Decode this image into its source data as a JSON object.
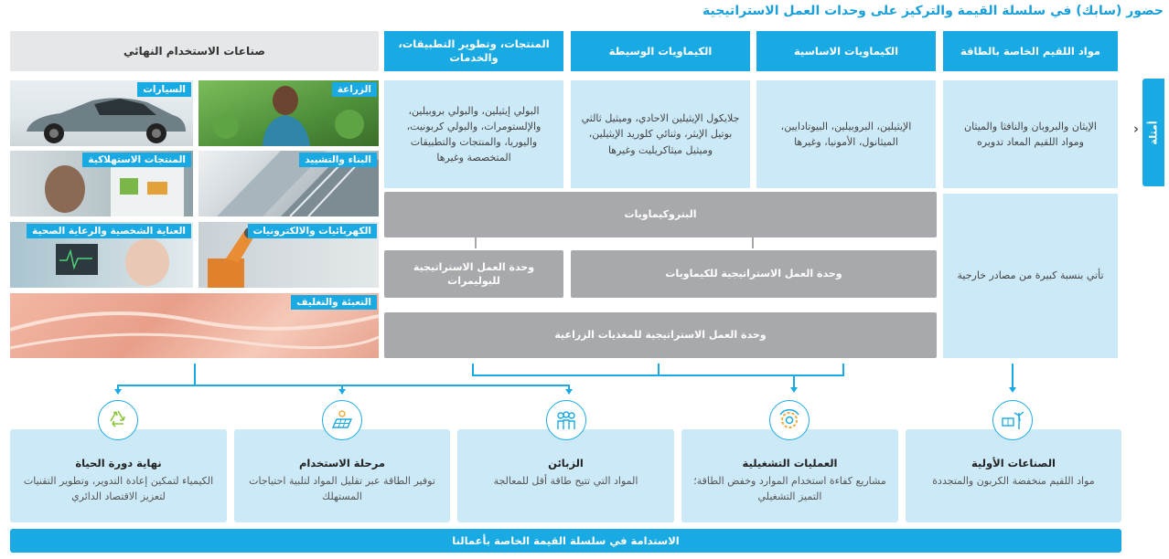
{
  "title": "حضور (سابك) في سلسلة القيمة والتركيز على وحدات العمل الاستراتيجية",
  "headers": {
    "feedstock": "مواد اللقيم الخاصة بالطاقة",
    "basic": "الكيماويات الاساسية",
    "intermediate": "الكيماويات الوسيطة",
    "products": "المنتجات، وتطوير التطبيقات، والخدمات",
    "end_use": "صناعات الاستخدام النهائي"
  },
  "boxes": {
    "feedstock": "الإيثان والبروبان والنافثا والميثان ومواد اللقيم المعاد تدويره",
    "basic": "الإيثيلين، البروبيلين، البيوتادايين، الميثانول، الأمونيا، وغيرها",
    "intermediate": "جلايكول الإيثيلين الاحادي، وميثيل ثالثي بوتيل الإيثر، وثنائي كلوريد الإيثيلين، وميثيل ميثاكريليت وغيرها",
    "products": "البولي إيثيلين، والبولي بروبيلين، والإلستومرات، والبولي كربونيت، واليوريا، والمنتجات والتطبيقات المتخصصة وغيرها",
    "external": "تأتي بنسبة كبيرة من مصادر خارجية"
  },
  "side_tab": "أمثلة",
  "gray": {
    "petrochemicals": "البتروكيماويات",
    "chemicals_sbu": "وحدة العمل الاستراتيجية للكيماويات",
    "polymers_sbu": "وحدة العمل الاستراتيجية للبوليمرات",
    "agri_sbu": "وحدة العمل الاستراتيجية للمغذيات الزراعية"
  },
  "photos": {
    "cars": "السيارات",
    "agriculture": "الزراعة",
    "consumer": "المنتجات الاستهلاكية",
    "construction": "البناء والتشييد",
    "healthcare": "العناية الشخصية والرعاية الصحية",
    "electronics": "الكهربائيات والالكترونيات",
    "packaging": "التعبئة والتغليف"
  },
  "cards": [
    {
      "title": "الصناعات الأولية",
      "text": "مواد اللقيم منخفضة الكربون والمتجددة",
      "icon": "solar-wind-icon"
    },
    {
      "title": "العمليات التشغيلية",
      "text": "مشاريع كفاءة استخدام الموارد وخفض الطاقة؛ التميز التشغيلي",
      "icon": "efficiency-gear-icon"
    },
    {
      "title": "الزبائن",
      "text": "المواد التي تتيح طاقة أقل للمعالجة",
      "icon": "customers-icon"
    },
    {
      "title": "مرحلة الاستخدام",
      "text": "توفير الطاقة عبر تقليل المواد لتلبية احتياجات المستهلك",
      "icon": "solar-panel-icon"
    },
    {
      "title": "نهاية دورة الحياة",
      "text": "الكيمياء لتمكين إعادة التدوير، وتطوير التقنيات لتعزيز الاقتصاد الدائري",
      "icon": "recycle-icon"
    }
  ],
  "footer": "الاستدامة في سلسلة القيمة الخاصة بأعمالنا",
  "colors": {
    "accent": "#1aaae3",
    "light": "#cce9f7",
    "gray": "#a7a9ac"
  }
}
